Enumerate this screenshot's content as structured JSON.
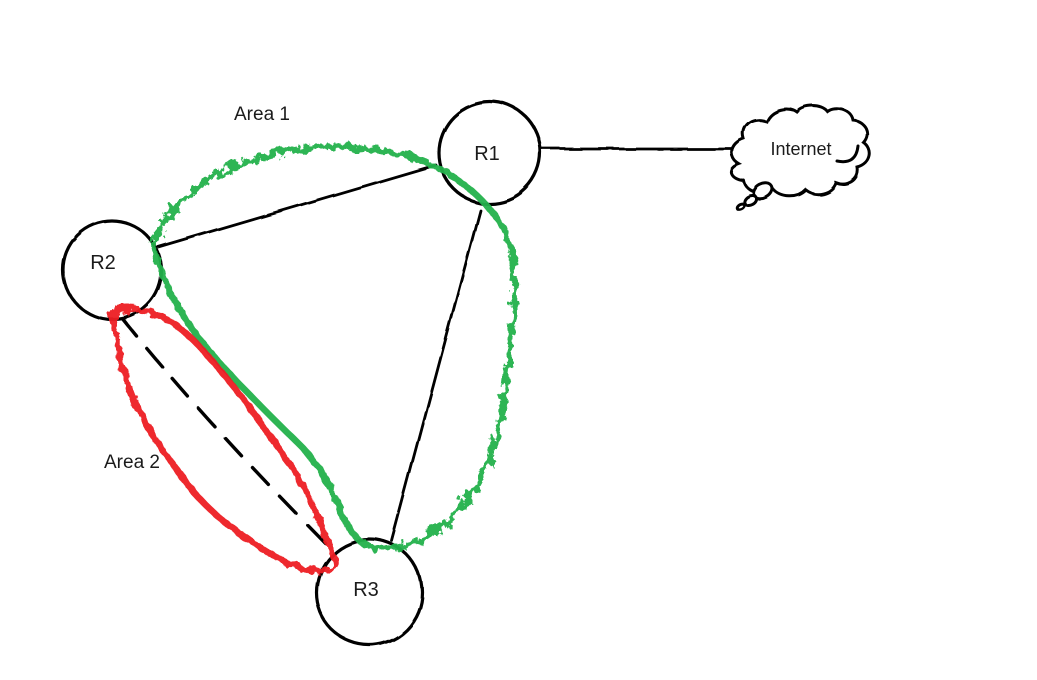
{
  "canvas": {
    "background": "#FFFFFF",
    "ink_color": "#000000"
  },
  "diagram": {
    "nodes": [
      {
        "id": "r1",
        "label": "R1",
        "shape": "circle"
      },
      {
        "id": "r2",
        "label": "R2",
        "shape": "circle"
      },
      {
        "id": "r3",
        "label": "R3",
        "shape": "circle"
      },
      {
        "id": "internet",
        "label": "Internet",
        "shape": "thought-cloud"
      }
    ],
    "links": [
      {
        "from": "R2",
        "to": "R1",
        "style": "solid"
      },
      {
        "from": "R1",
        "to": "R3",
        "style": "solid"
      },
      {
        "from": "R2",
        "to": "R3",
        "style": "dashed"
      },
      {
        "from": "R1",
        "to": "Internet",
        "style": "solid"
      }
    ],
    "areas": [
      {
        "id": "area1",
        "label": "Area 1",
        "color": "#22B14C",
        "encloses": "R1, R2, R3 triangle"
      },
      {
        "id": "area2",
        "label": "Area 2",
        "color": "#ED1C24",
        "encloses": "R2-R3 dashed link"
      }
    ]
  }
}
